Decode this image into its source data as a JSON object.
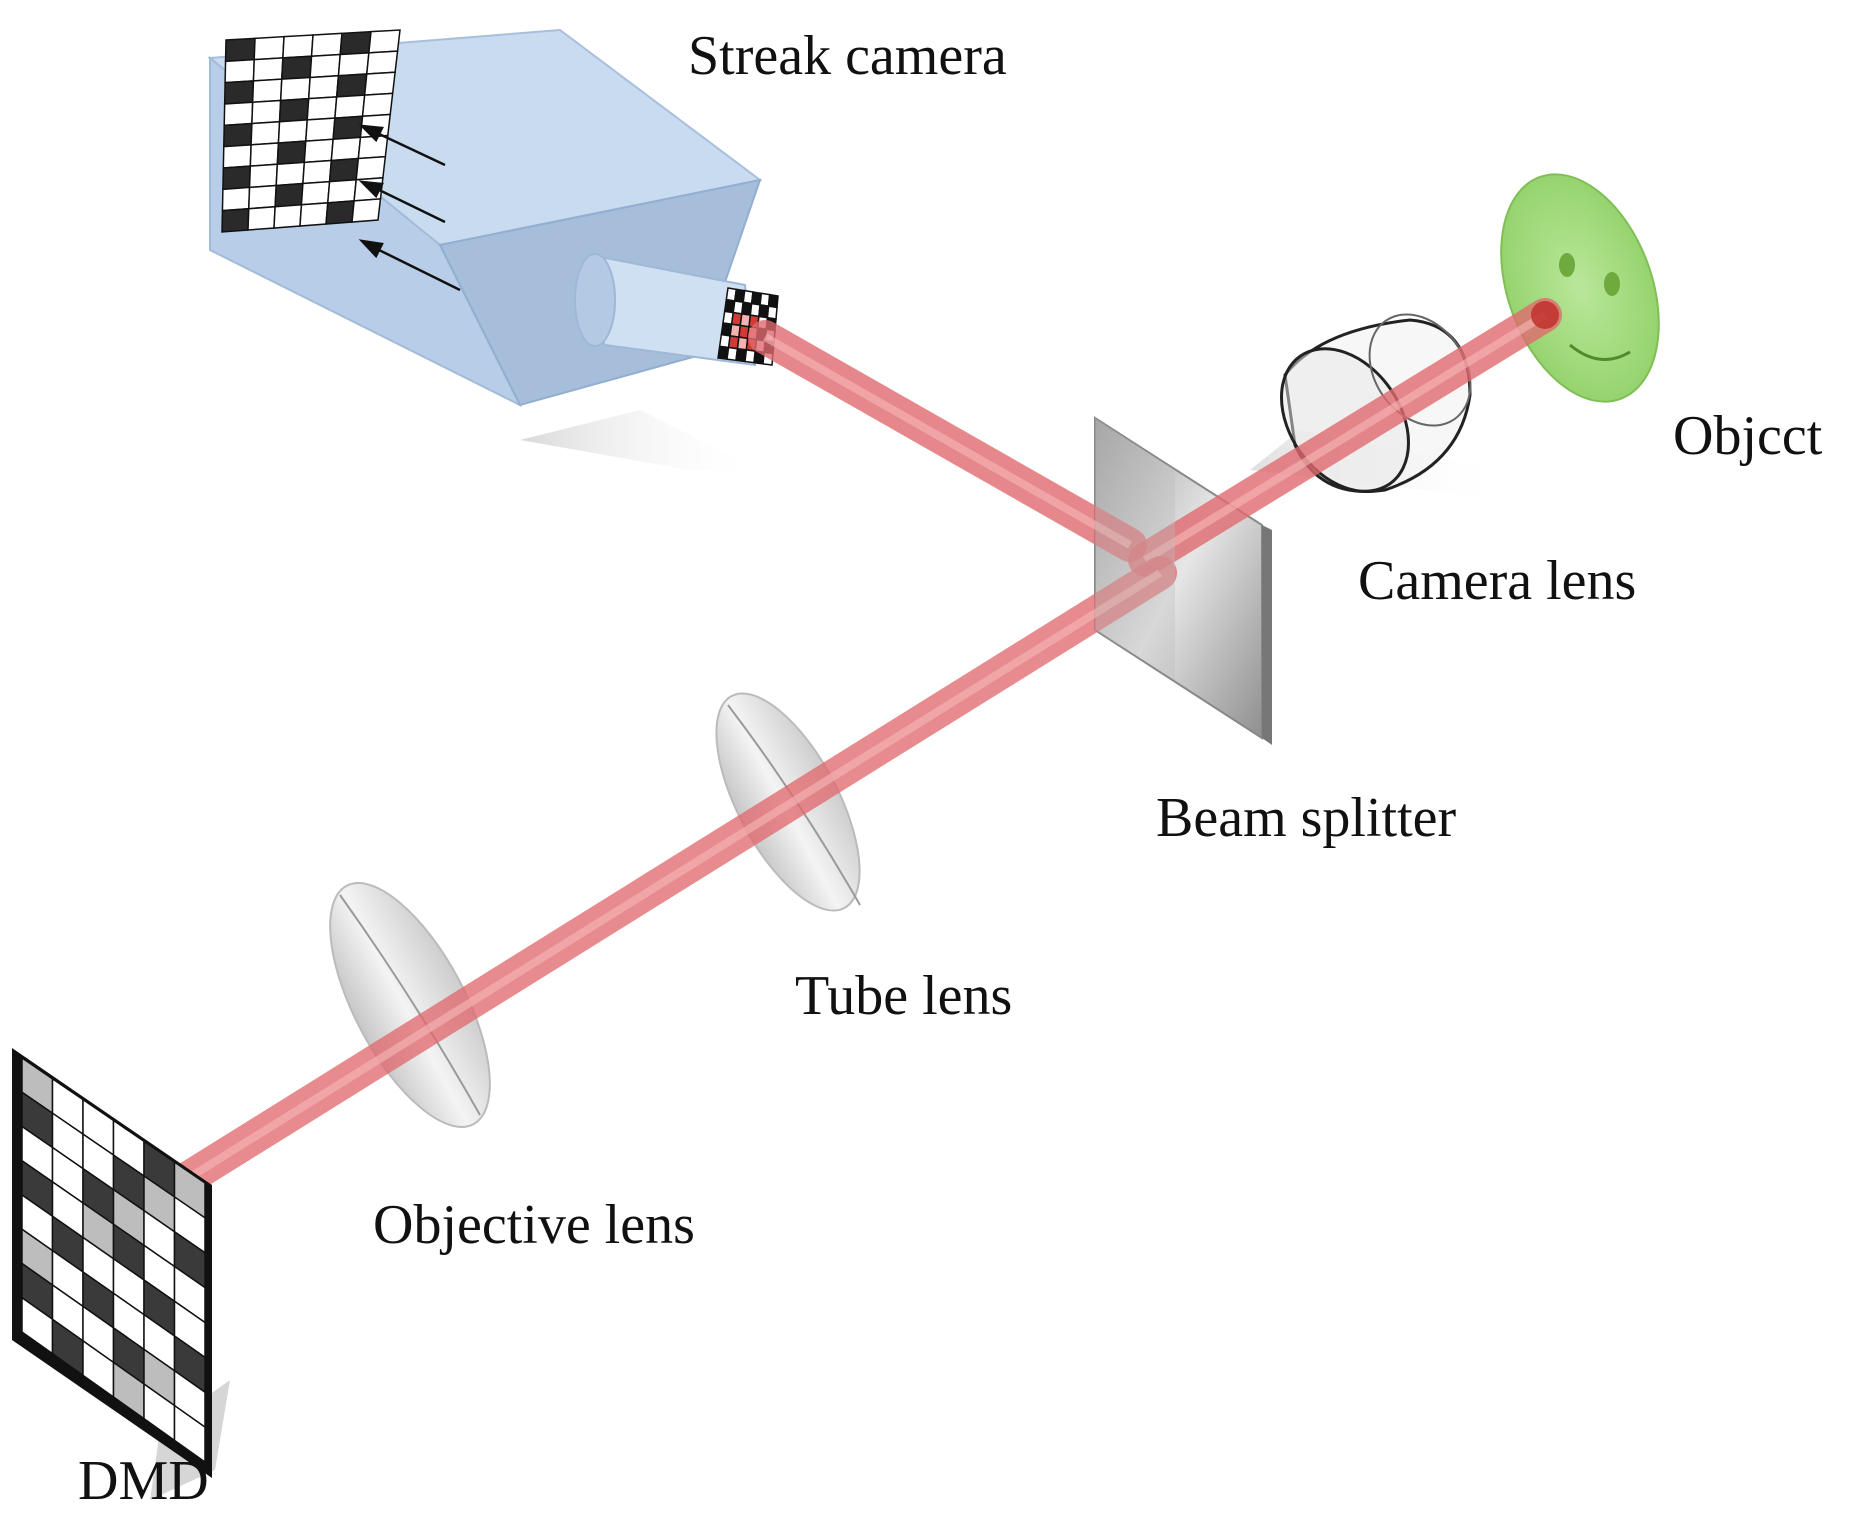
{
  "labels": {
    "streak_camera": "Streak camera",
    "object": "Objcct",
    "camera_lens": "Camera lens",
    "beam_splitter": "Beam splitter",
    "tube_lens": "Tube lens",
    "objective_lens": "Objective lens",
    "dmd": "DMD"
  },
  "colors": {
    "beam": "#e8787a",
    "beam_core": "#f4a9aa",
    "beam_spot": "#c0302a",
    "camera_body": "#b6cce6",
    "camera_top": "#c9dbef",
    "camera_side": "#9eb7d6",
    "object_fill": "#a4dc7c",
    "lens_glass": "#d9d9d9",
    "splitter": "#c8c8c8"
  }
}
